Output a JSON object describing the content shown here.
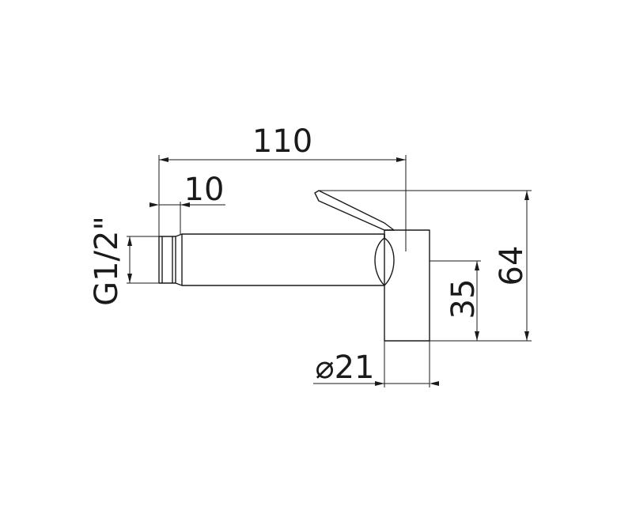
{
  "dimensions": {
    "overall_length": "110",
    "thread_length": "10",
    "thread_size": "G1/2\"",
    "outlet_height": "35",
    "total_height": "64",
    "body_diameter": "⌀21"
  }
}
